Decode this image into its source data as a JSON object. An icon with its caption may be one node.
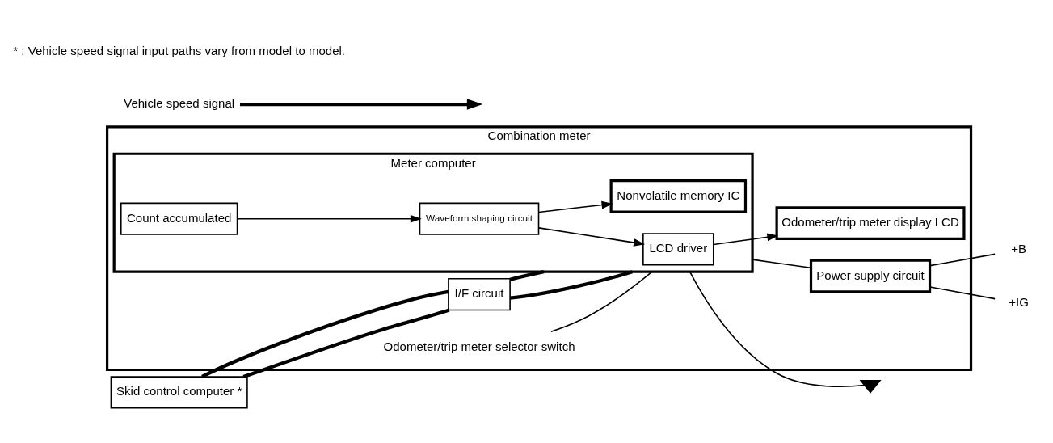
{
  "diagram": {
    "nodes": [
      {
        "text": [
          "Combination meter"
        ]
      },
      {
        "text": [
          "Meter computer"
        ],
        "in": 0
      },
      {
        "text": [
          "LCD driver"
        ],
        "in": 1
      },
      {
        "text": [
          "Waveform shaping circuit"
        ],
        "in": 1
      },
      {
        "text": [
          "Count accumulated"
        ],
        "in": 1
      },
      {
        "text": [
          "Nonvolatile memory IC"
        ],
        "in": 1
      },
      {
        "text": [
          "Skid control computer *"
        ]
      },
      {
        "text": [
          "I/F circuit"
        ],
        "in": 0
      },
      {
        "text": [
          "Power supply circuit"
        ],
        "in": 0
      },
      {
        "text": [
          "Odometer/trip meter display LCD"
        ],
        "in": 0
      },
      {
        "text": [
          "+B"
        ]
      },
      {
        "text": [
          "+IG"
        ]
      },
      {
        "text": [
          "Odometer/trip meter selector switch"
        ],
        "in": 0
      },
      {
        "text": [],
        "shape": "ground"
      },
      {
        "text": [
          "Vehicle speed signal"
        ]
      }
    ],
    "edges": [
      {
        "from": 6,
        "to": 7,
        "arrow": "none",
        "style": "thick"
      },
      {
        "from": 6,
        "to": 7,
        "arrow": "none",
        "style": "thick"
      },
      {
        "from": 7,
        "to": 1,
        "arrow": "none",
        "style": "thick"
      },
      {
        "from": 7,
        "to": 1,
        "arrow": "none",
        "style": "thick"
      },
      {
        "from": 4,
        "to": 3,
        "arrow": "to"
      },
      {
        "from": 3,
        "to": 2,
        "arrow": "to"
      },
      {
        "from": 3,
        "to": 5,
        "arrow": "to"
      },
      {
        "from": 2,
        "to": 9,
        "arrow": "to"
      },
      {
        "from": 1,
        "to": 8,
        "arrow": "none"
      },
      {
        "from": 8,
        "to": 10,
        "arrow": "none"
      },
      {
        "from": 8,
        "to": 11,
        "arrow": "none"
      },
      {
        "from": 12,
        "to": 1,
        "arrow": "none"
      },
      {
        "from": 1,
        "to": 13,
        "arrow": "none"
      },
      {
        "from": 14,
        "to": null,
        "arrow": "to",
        "style": "thick"
      }
    ],
    "labels": [
      "* : Vehicle speed signal input paths vary from model to model."
    ]
  }
}
